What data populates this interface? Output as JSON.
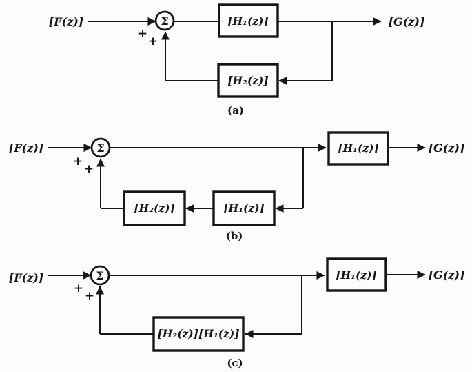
{
  "figure": {
    "background_color": "#fcfcfc",
    "ink_color": "#161616"
  },
  "symbols": {
    "summer": "Σ",
    "plus": "+"
  },
  "diagrams": [
    {
      "id": "a",
      "label": "(a)",
      "input_label": "[F(z)]",
      "output_label": "[G(z)]",
      "forward_block": "[H₁(z)]",
      "feedback_block": "[H₂(z)]"
    },
    {
      "id": "b",
      "label": "(b)",
      "input_label": "[F(z)]",
      "output_label": "[G(z)]",
      "forward_block": "[H₁(z)]",
      "feedback_block_inner": "[H₁(z)]",
      "feedback_block_outer": "[H₂(z)]"
    },
    {
      "id": "c",
      "label": "(c)",
      "input_label": "[F(z)]",
      "output_label": "[G(z)]",
      "forward_block": "[H₁(z)]",
      "feedback_block": "[H₂(z)][H₁(z)]"
    }
  ]
}
